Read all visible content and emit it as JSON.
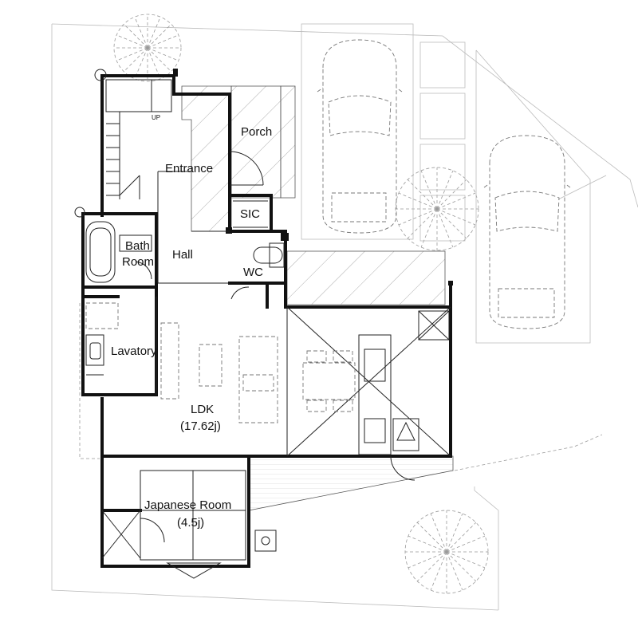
{
  "rooms": {
    "porch": "Porch",
    "entrance": "Entrance",
    "sic": "SIC",
    "bath_line1": "Bath",
    "bath_line2": "Room",
    "hall": "Hall",
    "wc": "WC",
    "lavatory": "Lavatory",
    "ldk": "LDK",
    "ldk_size": "(17.62j)",
    "japanese_room": "Japanese Room",
    "japanese_room_size": "(4.5j)"
  },
  "stair": {
    "up_label": "UP"
  },
  "colors": {
    "wall": "#111111",
    "dashed": "#777777",
    "site": "#bbbbbb",
    "background": "#ffffff"
  }
}
